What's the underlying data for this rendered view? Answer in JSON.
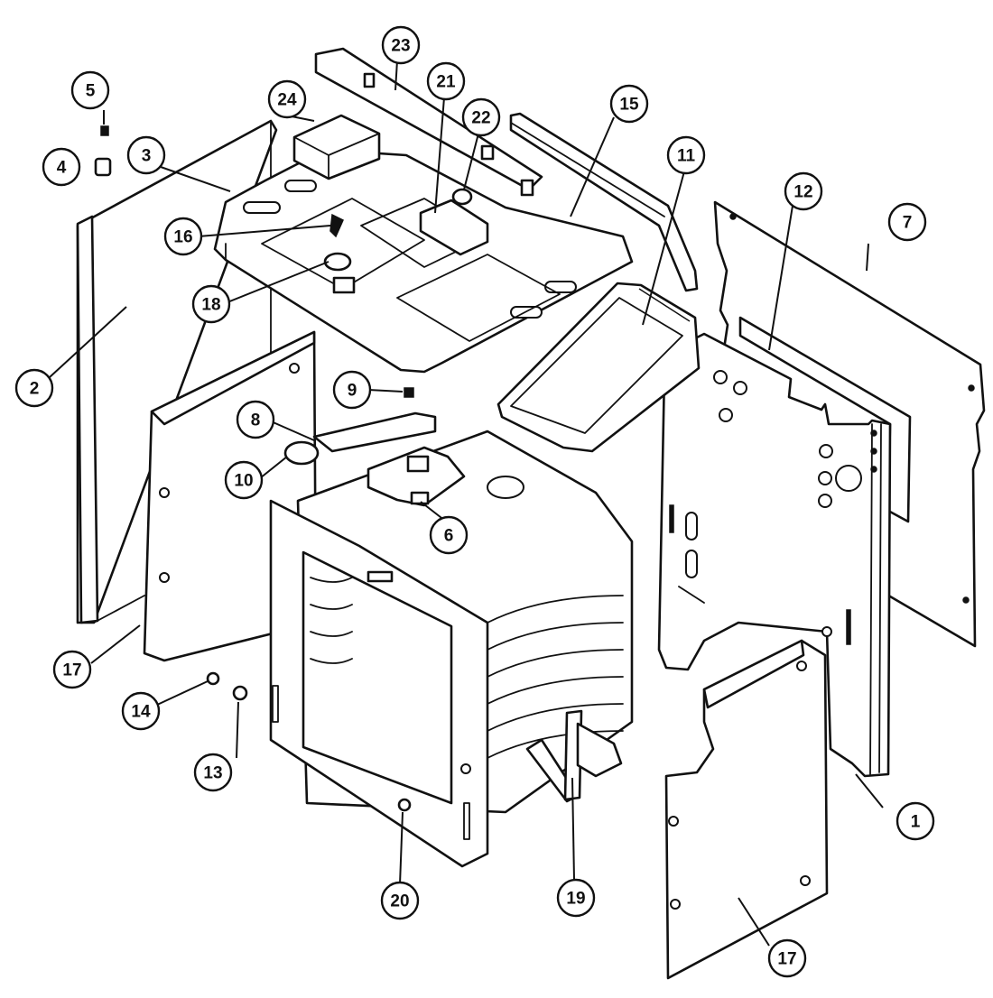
{
  "colors": {
    "line": "#111111",
    "paper": "#ffffff"
  },
  "callouts": [
    {
      "id": "c1",
      "label": "1"
    },
    {
      "id": "c2",
      "label": "2"
    },
    {
      "id": "c3",
      "label": "3"
    },
    {
      "id": "c4",
      "label": "4"
    },
    {
      "id": "c5",
      "label": "5"
    },
    {
      "id": "c6",
      "label": "6"
    },
    {
      "id": "c7",
      "label": "7"
    },
    {
      "id": "c8",
      "label": "8"
    },
    {
      "id": "c9",
      "label": "9"
    },
    {
      "id": "c10",
      "label": "10"
    },
    {
      "id": "c11",
      "label": "11"
    },
    {
      "id": "c12",
      "label": "12"
    },
    {
      "id": "c13",
      "label": "13"
    },
    {
      "id": "c14",
      "label": "14"
    },
    {
      "id": "c15",
      "label": "15"
    },
    {
      "id": "c16",
      "label": "16"
    },
    {
      "id": "c17a",
      "label": "17"
    },
    {
      "id": "c17b",
      "label": "17"
    },
    {
      "id": "c18",
      "label": "18"
    },
    {
      "id": "c19",
      "label": "19"
    },
    {
      "id": "c20",
      "label": "20"
    },
    {
      "id": "c21",
      "label": "21"
    },
    {
      "id": "c22",
      "label": "22"
    },
    {
      "id": "c23",
      "label": "23"
    },
    {
      "id": "c24",
      "label": "24"
    }
  ]
}
